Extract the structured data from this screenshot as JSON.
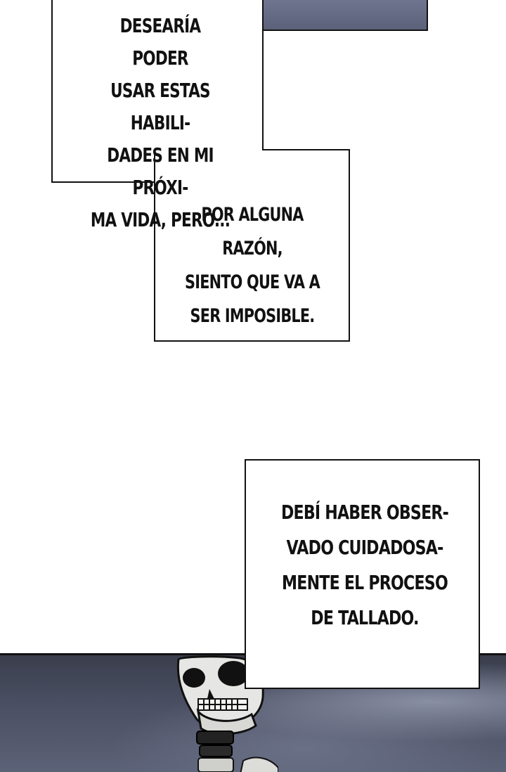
{
  "captions": {
    "first": {
      "lines": [
        "DESEARÍA PODER",
        "USAR ESTAS HABILI-",
        "DADES EN MI PRÓXI-",
        "MA VIDA, PERO..."
      ]
    },
    "second": {
      "lines": [
        "POR ALGUNA RAZÓN,",
        "SIENTO QUE VA A",
        "SER IMPOSIBLE."
      ]
    },
    "third": {
      "lines": [
        "DEBÍ HABER OBSER-",
        "VADO CUIDADOSA-",
        "MENTE EL PROCESO",
        "DE TALLADO."
      ]
    }
  },
  "colors": {
    "art_dark": "#3a3e4c",
    "art_mid": "#5c6277",
    "border": "#111111",
    "text": "#111111"
  }
}
